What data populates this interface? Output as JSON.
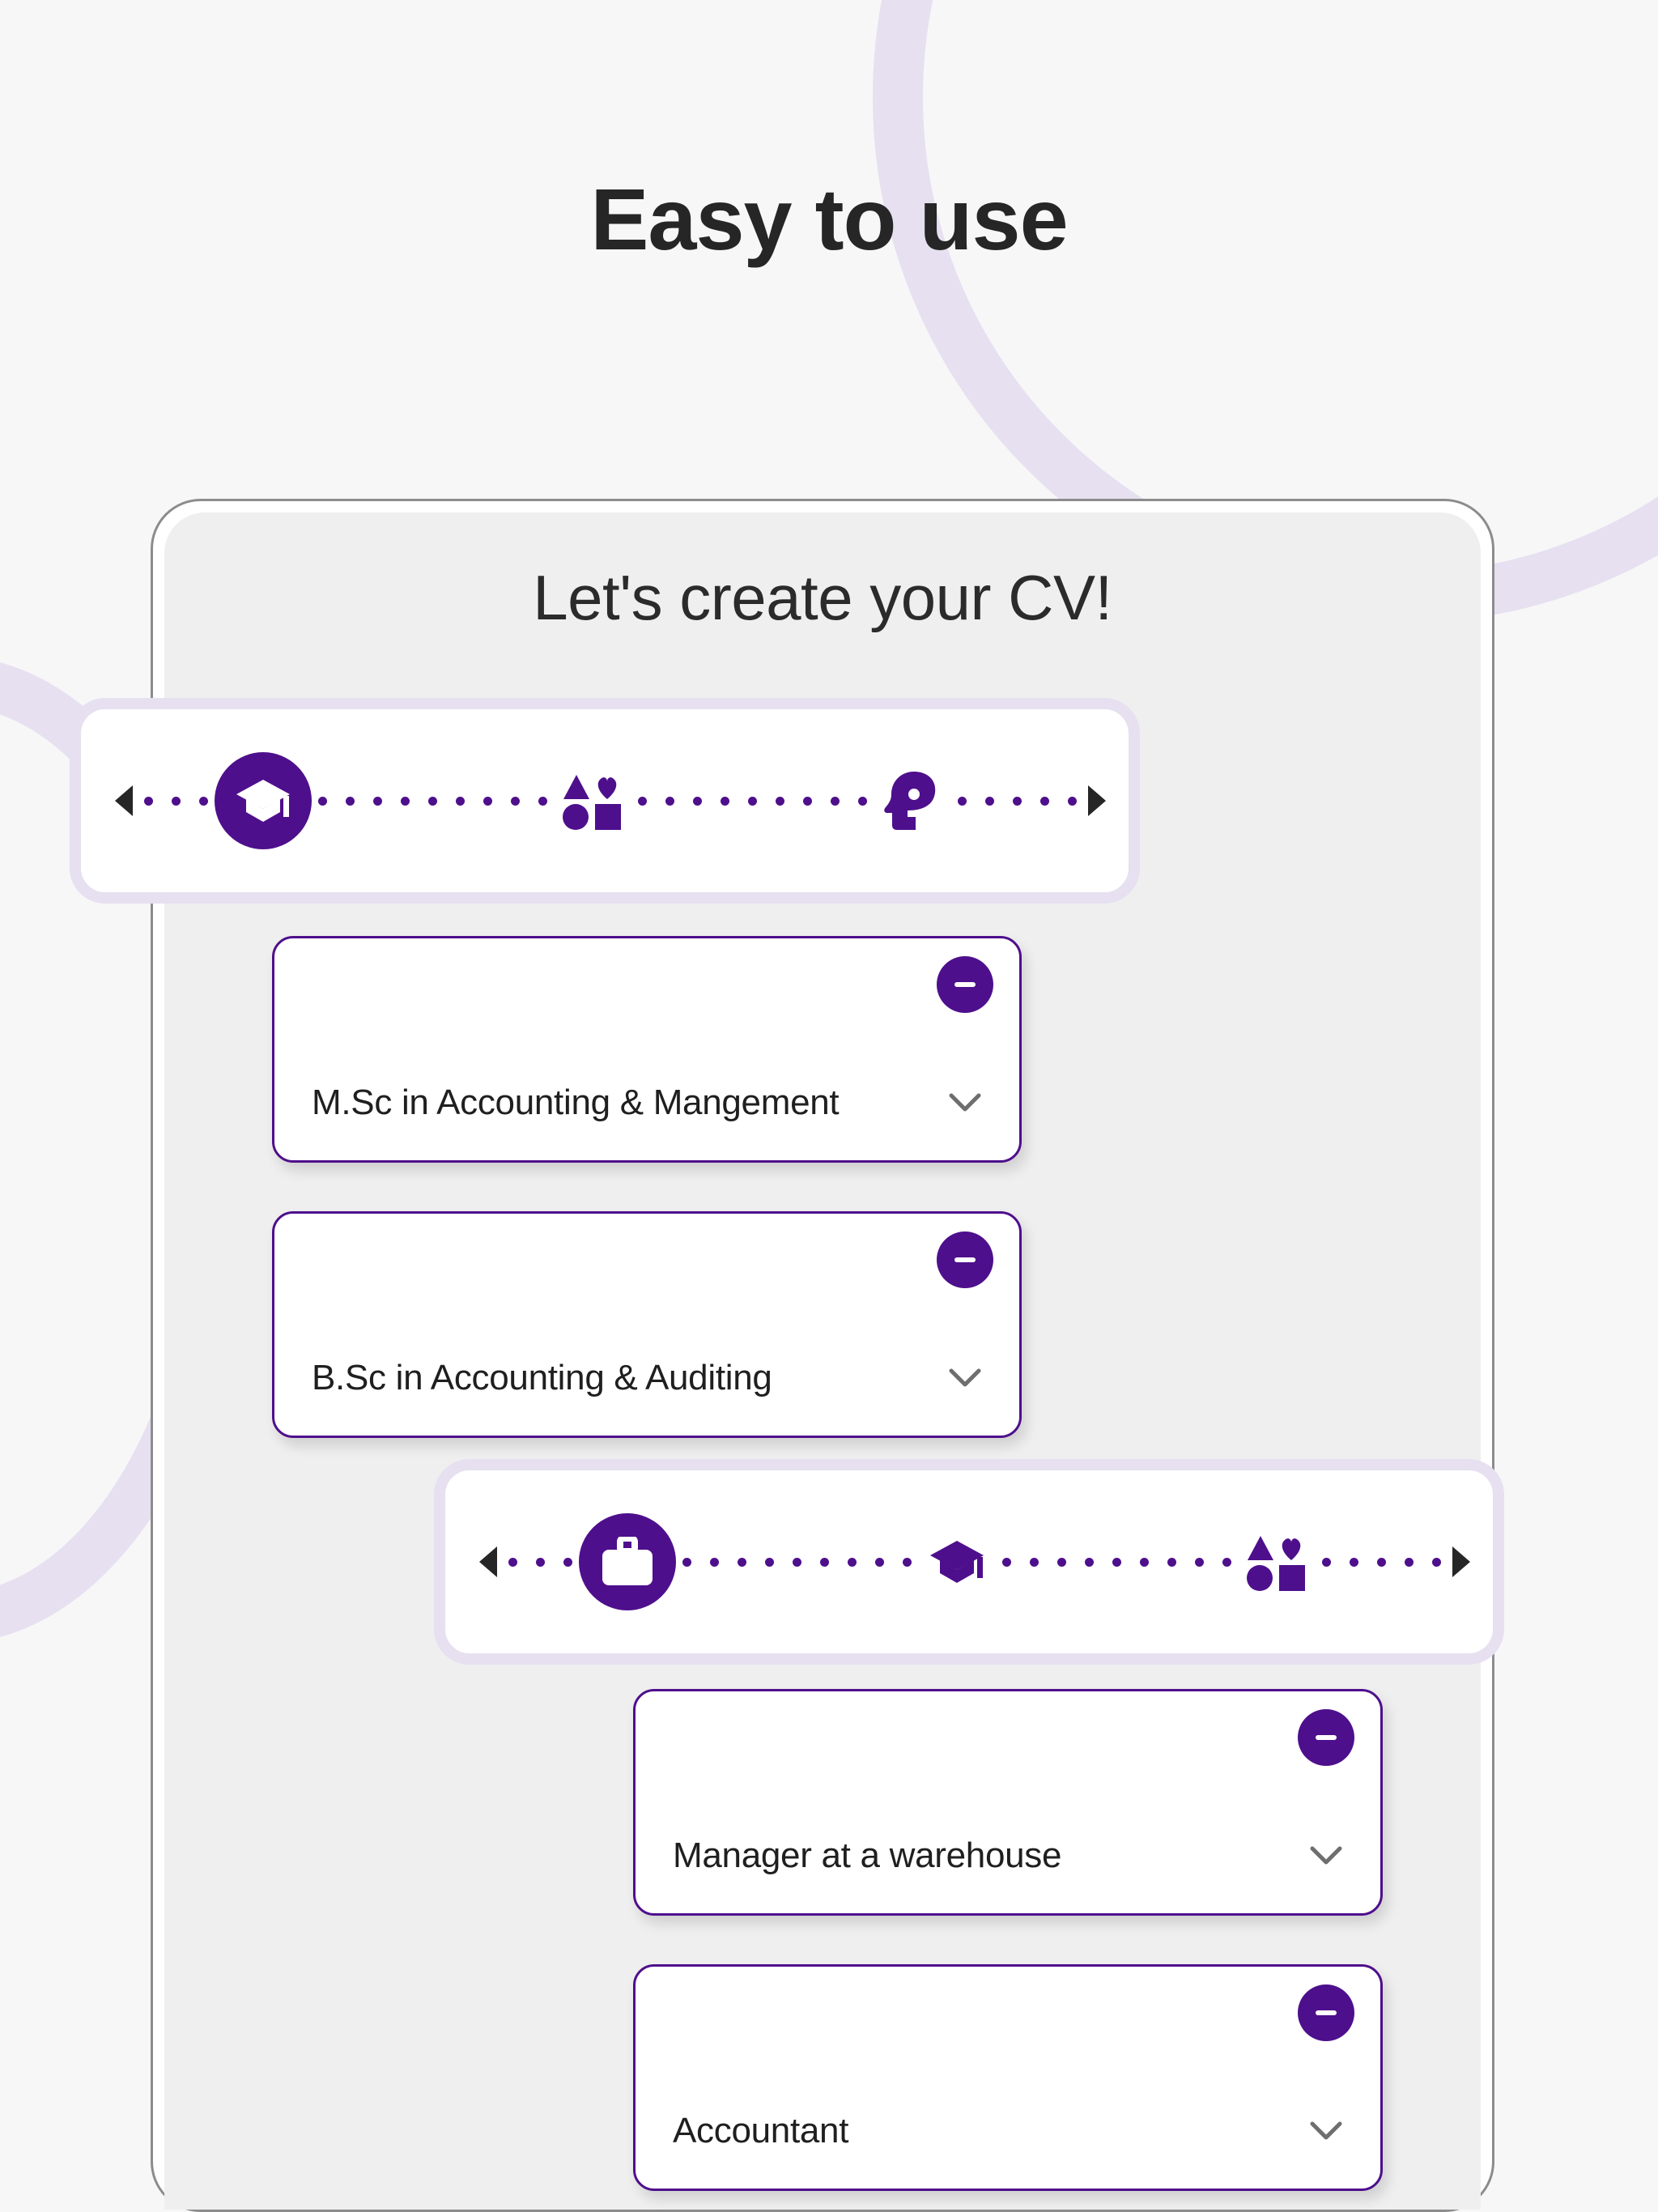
{
  "page": {
    "headline": "Easy to use",
    "background_color": "#F7F7F8",
    "accent_color": "#4E0F8C",
    "decor_color": "#E6E0F0"
  },
  "phone": {
    "screen_title": "Let's create your CV!"
  },
  "steppers": [
    {
      "name": "education-stepper",
      "prev_arrow": "caret-left-icon",
      "next_arrow": "caret-right-icon",
      "lead_dots": 3,
      "trail_dots": 5,
      "steps": [
        {
          "icon": "graduation-cap-icon",
          "active": true,
          "dots_after": 9
        },
        {
          "icon": "shapes-icon",
          "active": false,
          "dots_after": 9
        },
        {
          "icon": "head-gear-icon",
          "active": false,
          "dots_after": 0
        }
      ]
    },
    {
      "name": "experience-stepper",
      "prev_arrow": "caret-left-icon",
      "next_arrow": "caret-right-icon",
      "lead_dots": 3,
      "trail_dots": 5,
      "steps": [
        {
          "icon": "briefcase-icon",
          "active": true,
          "dots_after": 9
        },
        {
          "icon": "graduation-cap-icon",
          "active": false,
          "dots_after": 9
        },
        {
          "icon": "shapes-icon",
          "active": false,
          "dots_after": 0
        }
      ]
    }
  ],
  "education_entries": [
    {
      "label": "M.Sc in Accounting & Mangement",
      "remove_icon": "minus-icon",
      "expand_icon": "chevron-down-icon"
    },
    {
      "label": "B.Sc in Accounting & Auditing",
      "remove_icon": "minus-icon",
      "expand_icon": "chevron-down-icon"
    }
  ],
  "experience_entries": [
    {
      "label": "Manager at a warehouse",
      "remove_icon": "minus-icon",
      "expand_icon": "chevron-down-icon"
    },
    {
      "label": "Accountant",
      "remove_icon": "minus-icon",
      "expand_icon": "chevron-down-icon"
    }
  ]
}
